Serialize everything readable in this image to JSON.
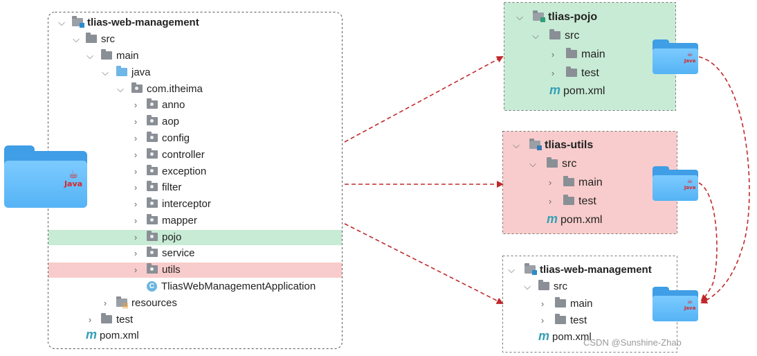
{
  "left_tree": {
    "project": "tlias-web-management",
    "src": "src",
    "main": "main",
    "java": "java",
    "package": "com.itheima",
    "subpackages": [
      "anno",
      "aop",
      "config",
      "controller",
      "exception",
      "filter",
      "interceptor",
      "mapper",
      "pojo",
      "service",
      "utils"
    ],
    "app_class": "TliasWebManagementApplication",
    "resources": "resources",
    "test": "test",
    "pom": "pom.xml"
  },
  "pojo_module": {
    "project": "tlias-pojo",
    "src": "src",
    "main": "main",
    "test": "test",
    "pom": "pom.xml"
  },
  "utils_module": {
    "project": "tlias-utils",
    "src": "src",
    "main": "main",
    "test": "test",
    "pom": "pom.xml"
  },
  "web_module": {
    "project": "tlias-web-management",
    "src": "src",
    "main": "main",
    "test": "test",
    "pom": "pom.xml"
  },
  "icons": {
    "java_logo_text": "Java",
    "class_icon_letter": "C",
    "module_icon_letter": "m"
  },
  "colors": {
    "green_highlight": "#c8ebd5",
    "red_highlight": "#f8cccc",
    "arrow": "#c0282b",
    "folder_blue": "#55b3f5"
  },
  "watermark": "CSDN @Sunshine-Zhao"
}
